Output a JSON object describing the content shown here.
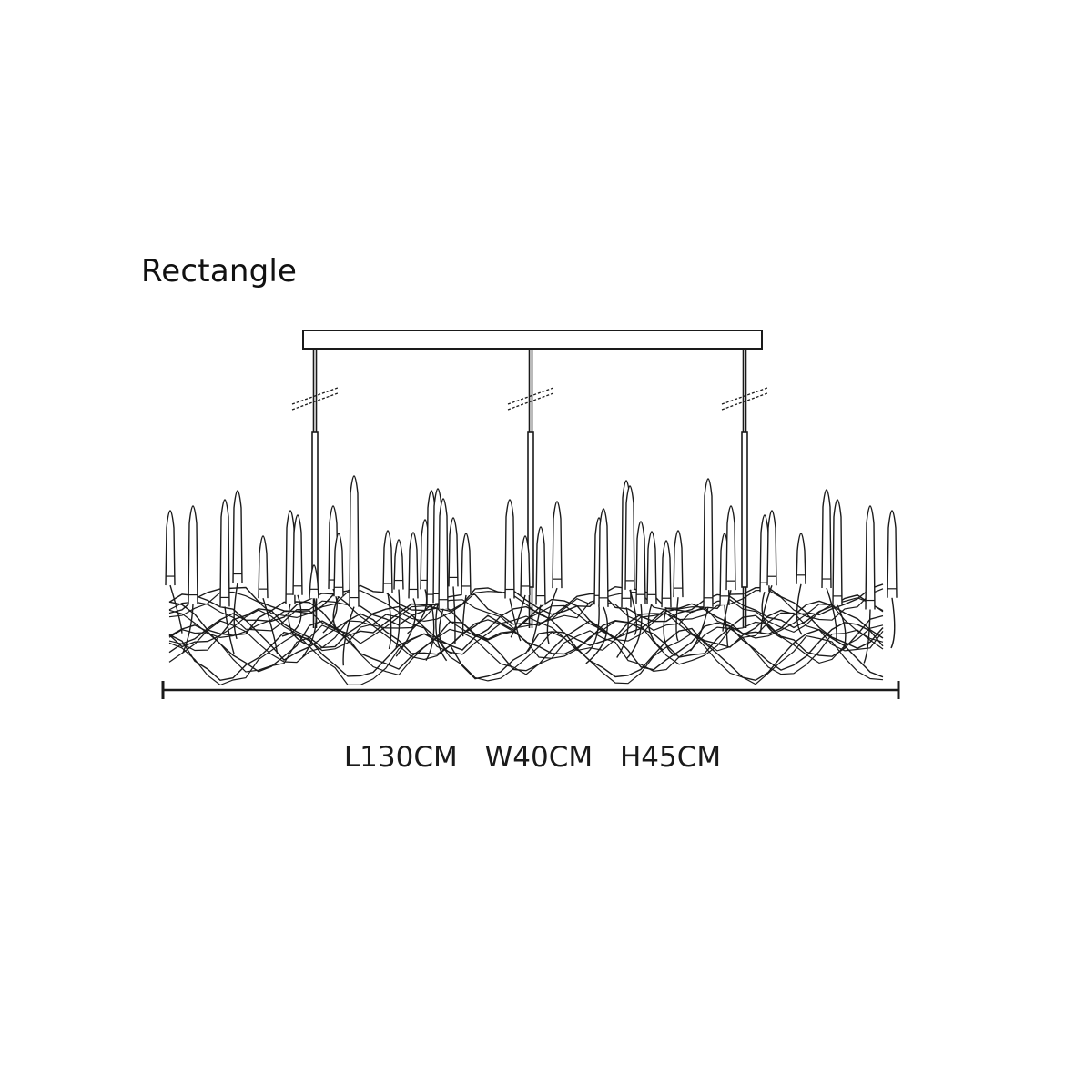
{
  "title": "Rectangle",
  "dimensions": {
    "length": "L130CM",
    "width": "W40CM",
    "height": "H45CM"
  },
  "line_color": "#1a1a1a"
}
